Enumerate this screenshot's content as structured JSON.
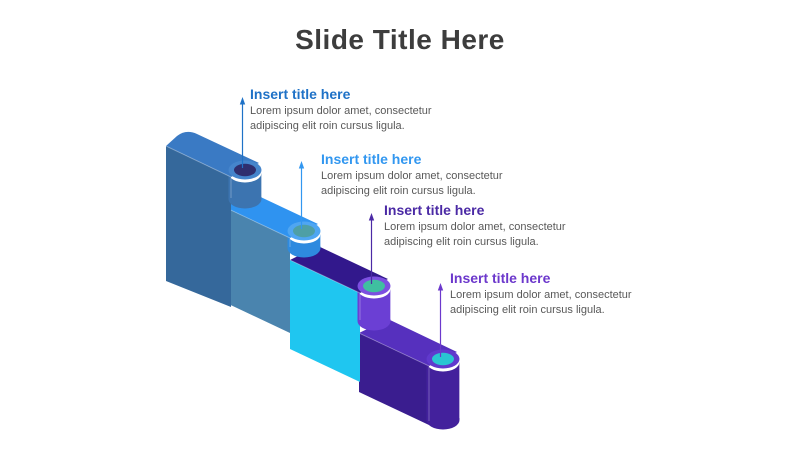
{
  "slide": {
    "title": "Slide Title Here",
    "title_color": "#3d3d3d",
    "background": "#ffffff"
  },
  "items": [
    {
      "title": "Insert title here",
      "body": "Lorem ipsum dolor amet, consectetur adipiscing elit roin cursus ligula.",
      "accent": "#1f72c7"
    },
    {
      "title": "Insert title here",
      "body": "Lorem ipsum dolor amet, consectetur adipiscing elit roin cursus ligula.",
      "accent": "#3297f0"
    },
    {
      "title": "Insert title here",
      "body": "Lorem ipsum dolor amet, consectetur adipiscing elit roin cursus ligula.",
      "accent": "#4b2aa5"
    },
    {
      "title": "Insert title here",
      "body": "Lorem ipsum dolor amet, consectetur adipiscing elit roin cursus ligula.",
      "accent": "#6c38cc"
    }
  ],
  "illustration": {
    "type": "isometric-descending-steps",
    "steps": [
      {
        "label": "step-1",
        "face": "#35689b",
        "top": "#3a7ac4",
        "cylinder": "#3c74b0",
        "rim": "#4585cc",
        "hole": "#2f2e6e"
      },
      {
        "label": "step-2",
        "face": "#4a84ae",
        "top": "#2f93f0",
        "cylinder": "#2e8adf",
        "rim": "#4fa6f2",
        "hole": "#4e9fa6"
      },
      {
        "label": "step-3",
        "face": "#1fc6f0",
        "top": "#32188c",
        "cylinder": "#6b3fd4",
        "rim": "#7c4fe0",
        "hole": "#3fbfa0"
      },
      {
        "label": "step-4",
        "face": "#3a1d8f",
        "top": "#5630be",
        "cylinder": "#43219c",
        "rim": "#6039cd",
        "hole": "#29c5d2"
      }
    ]
  }
}
